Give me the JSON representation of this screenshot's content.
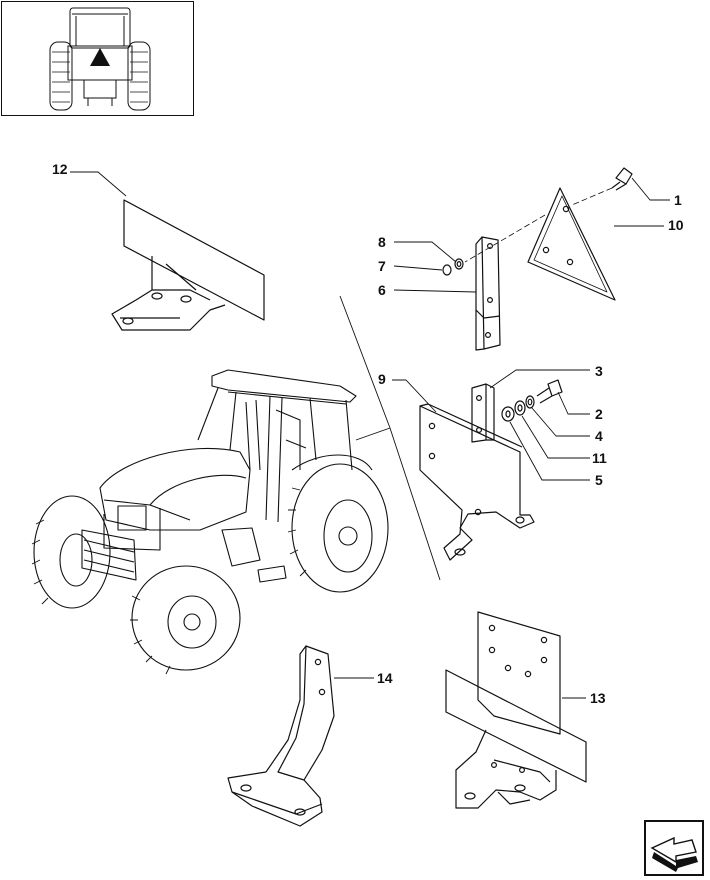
{
  "callouts": {
    "c1": "1",
    "c2": "2",
    "c3": "3",
    "c4": "4",
    "c5": "5",
    "c6": "6",
    "c7": "7",
    "c8": "8",
    "c9": "9",
    "c10": "10",
    "c11": "11",
    "c12": "12",
    "c13": "13",
    "c14": "14"
  },
  "icons": {
    "thumbnail": "tractor-rear-view-thumbnail",
    "navigation": "next-page-arrow-icon"
  }
}
